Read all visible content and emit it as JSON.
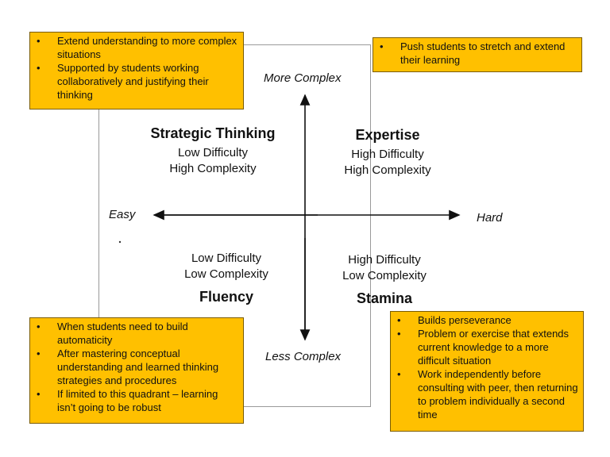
{
  "axes": {
    "top": "More Complex",
    "bottom": "Less Complex",
    "left": "Easy",
    "right": "Hard"
  },
  "quadrants": {
    "top_left": {
      "title": "Strategic Thinking",
      "lines": [
        "Low Difficulty",
        "High Complexity"
      ]
    },
    "top_right": {
      "title": "Expertise",
      "lines": [
        "High Difficulty",
        "High Complexity"
      ]
    },
    "bottom_left": {
      "title": "Fluency",
      "lines": [
        "Low Difficulty",
        "Low Complexity"
      ]
    },
    "bottom_right": {
      "title": "Stamina",
      "lines": [
        "High Difficulty",
        "Low Complexity"
      ]
    }
  },
  "notes": {
    "top_left": [
      "Extend understanding to more complex situations",
      "Supported by students working collaboratively and justifying their thinking"
    ],
    "top_right": [
      "Push students to stretch and extend their learning"
    ],
    "bottom_left": [
      "When students need to build automaticity",
      "After mastering conceptual understanding and learned thinking strategies and procedures",
      "If limited to this quadrant – learning isn’t going to be robust"
    ],
    "bottom_right": [
      "Builds perseverance",
      "Problem or exercise that extends current knowledge to a more difficult situation",
      "Work independently before consulting with peer, then returning to problem individually a second time"
    ]
  },
  "bullet_char": "•",
  "colors": {
    "note_fill": "#FFC000",
    "axis": "#111111",
    "frame": "#9a9a9a"
  }
}
